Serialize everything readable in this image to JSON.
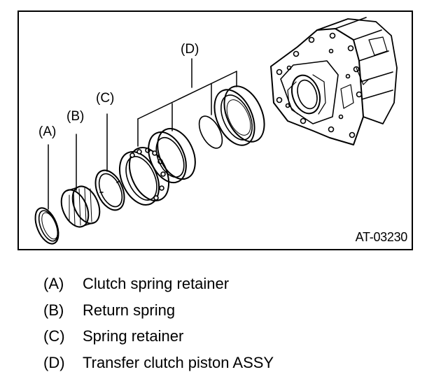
{
  "figure": {
    "id": "AT-03230",
    "callouts": {
      "a": "(A)",
      "b": "(B)",
      "c": "(C)",
      "d": "(D)"
    }
  },
  "legend": [
    {
      "key": "(A)",
      "text": "Clutch spring retainer"
    },
    {
      "key": "(B)",
      "text": "Return spring"
    },
    {
      "key": "(C)",
      "text": "Spring retainer"
    },
    {
      "key": "(D)",
      "text": "Transfer clutch piston ASSY"
    }
  ]
}
